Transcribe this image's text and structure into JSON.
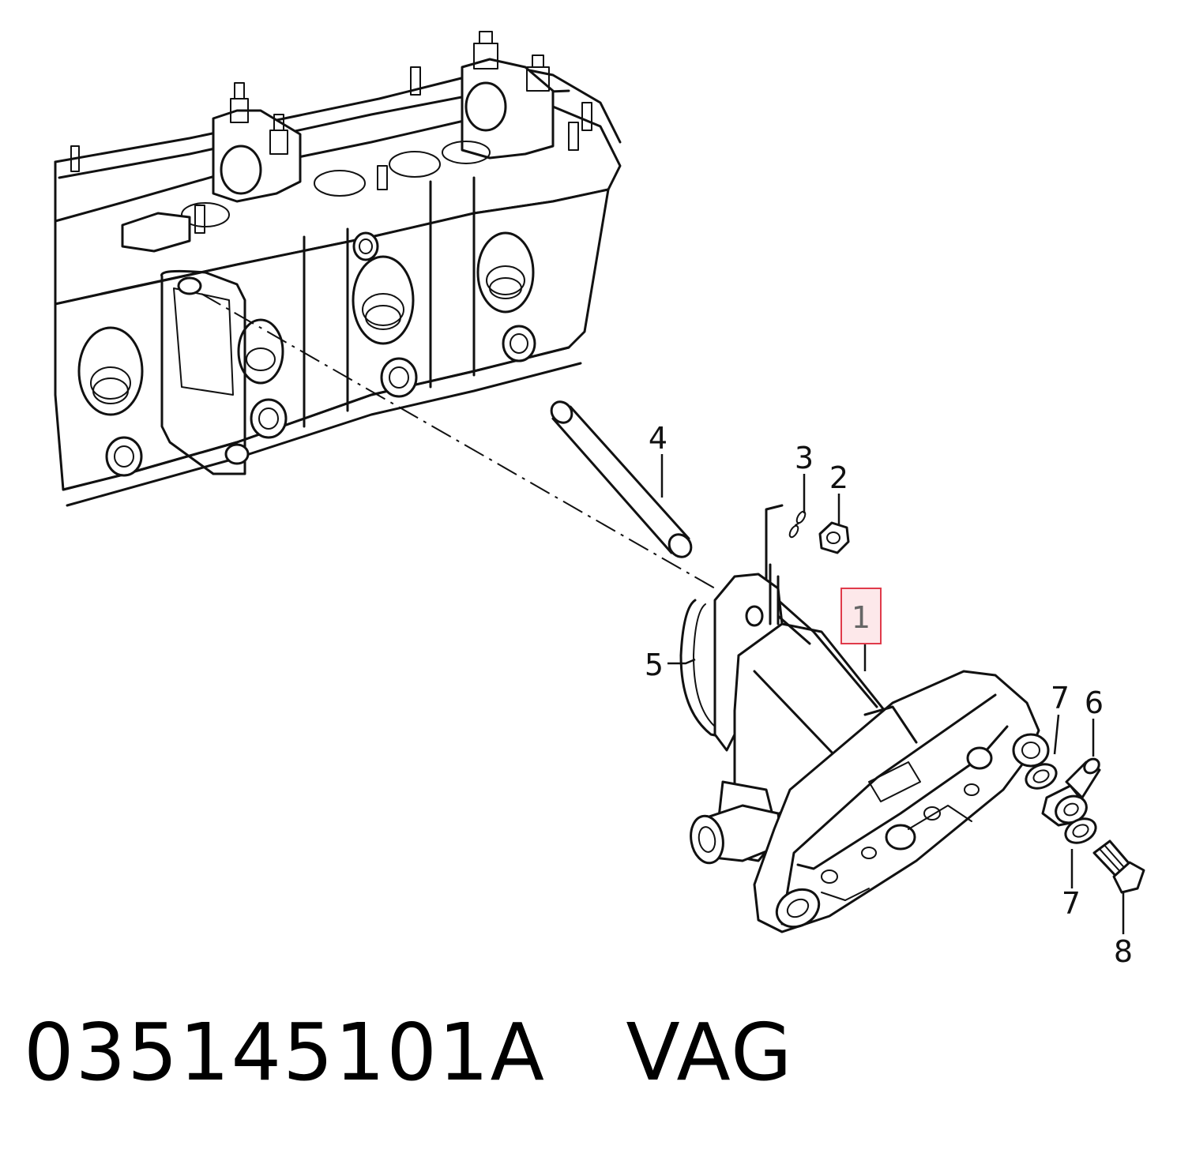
{
  "callouts": [
    "1",
    "2",
    "3",
    "4",
    "5",
    "6",
    "7",
    "7",
    "8"
  ],
  "caption": {
    "part_number": "035145101A",
    "brand": "VAG"
  },
  "highlight_color": "#e03a4a"
}
